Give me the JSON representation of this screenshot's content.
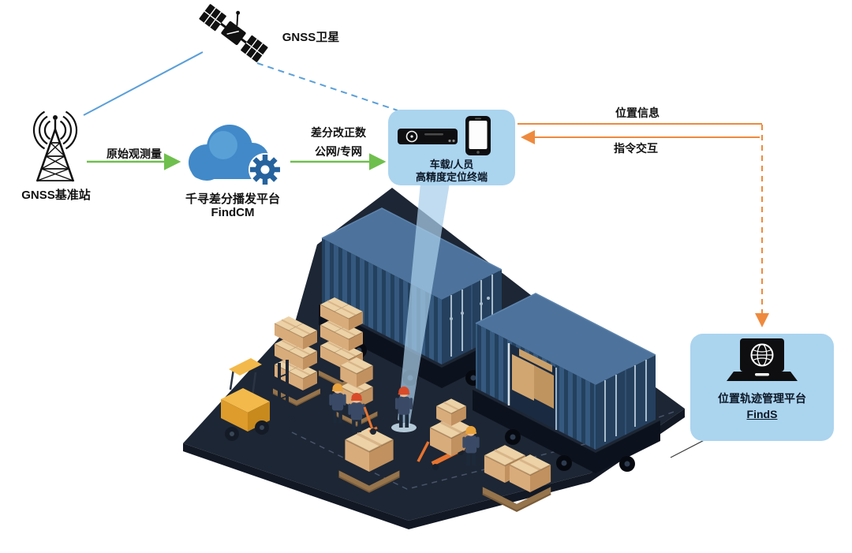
{
  "nodes": {
    "satellite": {
      "label": "GNSS卫星"
    },
    "base_station": {
      "label": "GNSS基准站"
    },
    "findcm": {
      "title": "千寻差分播发平台",
      "product": "FindCM"
    },
    "terminal": {
      "line1": "车载/人员",
      "line2": "高精度定位终端"
    },
    "finds": {
      "title": "位置轨迹管理平台",
      "product": "FindS"
    }
  },
  "links": {
    "raw_observation": {
      "label": "原始观测量"
    },
    "correction": {
      "line1": "差分改正数",
      "line2": "公网/专网"
    },
    "position_info": {
      "label": "位置信息"
    },
    "command_interaction": {
      "label": "指令交互"
    }
  },
  "icons": {
    "satellite": "satellite-icon",
    "base_station": "radio-tower-icon",
    "findcm": "cloud-gear-icon",
    "terminal_receiver": "gnss-receiver-icon",
    "terminal_phone": "smartphone-icon",
    "finds": "laptop-globe-icon"
  },
  "colors": {
    "green_arrow": "#6fbf4e",
    "orange_arrow": "#ee8a3e",
    "blue_link": "#5b9fd8",
    "panel_bg": "#abd4ef",
    "cloud_blue": "#4189c9",
    "gear_blue": "#26639e",
    "ground_dark": "#1d2634",
    "container_side": "#35597f",
    "container_top": "#4d739c",
    "cargo_tan": "#d9ac7b",
    "forklift_yellow": "#f3b94a",
    "beam_blue": "#a9cfea"
  }
}
